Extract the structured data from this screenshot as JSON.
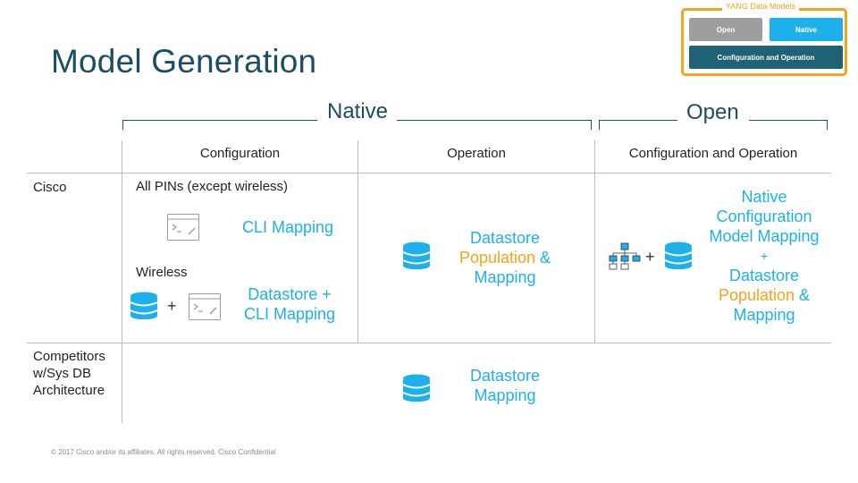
{
  "title": "Model Generation",
  "legend": {
    "label": "YANG Data Models",
    "open": "Open",
    "native": "Native",
    "config_op": "Configuration and Operation"
  },
  "brackets": {
    "native": "Native",
    "open": "Open"
  },
  "columns": {
    "configuration": "Configuration",
    "operation": "Operation",
    "config_and_operation": "Configuration and Operation"
  },
  "rows": {
    "cisco": "Cisco",
    "competitors": [
      "Competitors",
      "w/Sys DB",
      "Architecture"
    ]
  },
  "cisco_config": {
    "all_pins": "All PINs (except wireless)",
    "cli_mapping": "CLI Mapping",
    "wireless": "Wireless",
    "plus": "+",
    "datastore_plus": "Datastore +",
    "cli_mapping_2": "CLI Mapping"
  },
  "cisco_operation": {
    "line1": "Datastore",
    "line2_orange": "Population",
    "line2_rest": " &",
    "line3": "Mapping"
  },
  "cisco_open": {
    "plus": "+",
    "line1": "Native",
    "line2": "Configuration",
    "line3": "Model Mapping",
    "line4": "+",
    "line5": "Datastore",
    "line6_orange": "Population",
    "line6_rest": " &",
    "line7": "Mapping"
  },
  "competitors_operation": {
    "line1": "Datastore",
    "line2": "Mapping"
  },
  "footer": "© 2017  Cisco and/or its affiliates. All rights reserved.   Cisco Confidential",
  "colors": {
    "title": "#1b4d63",
    "accent_blue": "#1eb0ea",
    "accent_orange": "#f7a21b",
    "pill_grey": "#9e9e9e",
    "pill_teal": "#1f6275"
  },
  "icons": [
    "database-icon",
    "terminal-window-icon",
    "hierarchy-diagram-icon"
  ]
}
